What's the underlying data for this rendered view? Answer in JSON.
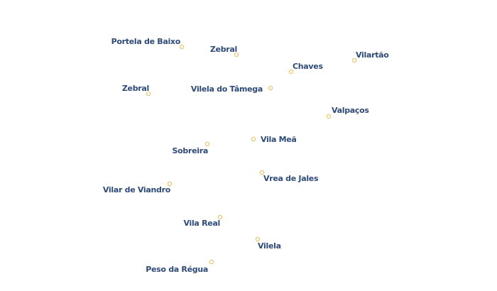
{
  "map": {
    "label_color": "#2e4a78",
    "marker_color": "#e8c46a",
    "places": [
      {
        "name": "Portela de Baixo"
      },
      {
        "name": "Zebral"
      },
      {
        "name": "Chaves"
      },
      {
        "name": "Vilartão"
      },
      {
        "name": "Zebral"
      },
      {
        "name": "Vilela do Tâmega"
      },
      {
        "name": "Valpaços"
      },
      {
        "name": "Vila Meã"
      },
      {
        "name": "Sobreira"
      },
      {
        "name": "Vrea de Jales"
      },
      {
        "name": "Vilar de Viandro"
      },
      {
        "name": "Vila Real"
      },
      {
        "name": "Vilela"
      },
      {
        "name": "Peso da Régua"
      }
    ]
  }
}
